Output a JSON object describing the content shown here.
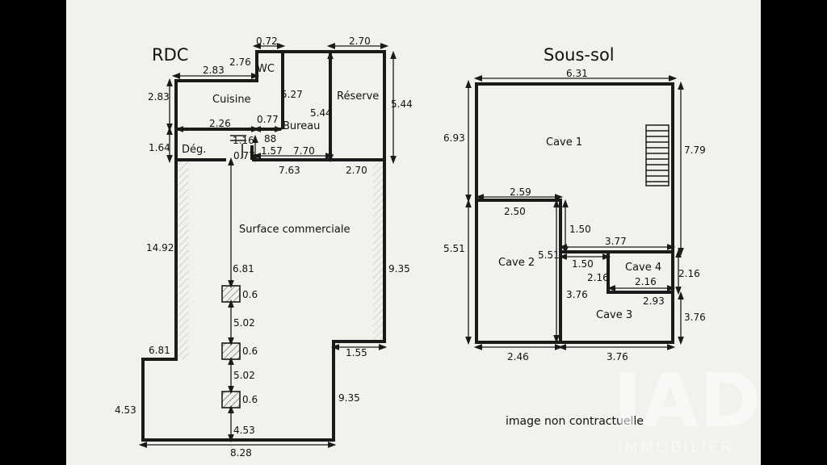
{
  "titles": {
    "rdc": "RDC",
    "sous_sol": "Sous-sol"
  },
  "rdc": {
    "rooms": {
      "wc": "WC",
      "cuisine": "Cuisine",
      "bureau": "Bureau",
      "reserve": "Réserve",
      "deg": "Dég.",
      "surface": "Surface commerciale"
    },
    "dims": {
      "wc_width": "0.72",
      "wc_height": "2.76",
      "reserve_width": "2.70",
      "reserve_right_height": "5.44",
      "cuisine_width": "2.83",
      "cuisine_height": "2.83",
      "bureau_height": "5.27",
      "reserve_inner_height": "5.44",
      "cuisine_bottom": "2.26",
      "bureau_width": "0.77",
      "deg_height": "1.64",
      "deg_small": "1.16",
      "deg_88": "88",
      "bureau_bottom": "1.57",
      "corridor": "7.70",
      "deg_077": "0.77",
      "wall_763": "7.63",
      "reserve_bottom": "2.70",
      "left_height": "14.92",
      "center_681": "6.81",
      "right_935": "9.35",
      "pillar1": "0.6",
      "span1": "5.02",
      "pillar2": "0.6",
      "span2": "5.02",
      "pillar3": "0.6",
      "left_681": "6.81",
      "step_155": "1.55",
      "right_935b": "9.35",
      "left_453": "4.53",
      "bottom_453": "4.53",
      "bottom_width": "8.28"
    }
  },
  "sous_sol": {
    "rooms": {
      "cave1": "Cave 1",
      "cave2": "Cave 2",
      "cave3": "Cave 3",
      "cave4": "Cave 4"
    },
    "dims": {
      "top_width": "6.31",
      "left_693": "6.93",
      "right_779": "7.79",
      "cave1_259": "2.59",
      "cave2_250": "2.50",
      "mid_150": "1.50",
      "mid_377": "3.77",
      "left_551": "5.51",
      "cave2_551": "5.51",
      "cave4_150": "1.50",
      "cave4_216a": "2.16",
      "cave4_216b": "2.16",
      "cave4_216c": "2.16",
      "cave2_376": "3.76",
      "cave3_293": "2.93",
      "right_376": "3.76",
      "bottom_246": "2.46",
      "bottom_376": "3.76"
    }
  },
  "footer": {
    "note": "image non contractuelle"
  },
  "watermark": {
    "brand": "IAD",
    "sub": "IMMOBILIER"
  }
}
